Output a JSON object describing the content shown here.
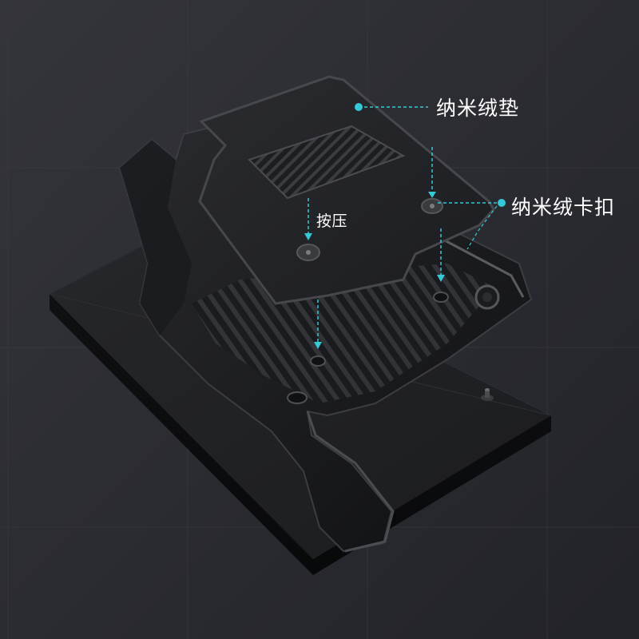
{
  "annotations": {
    "nano_velvet_pad": "纳米绒垫",
    "nano_velvet_clip": "纳米绒卡扣",
    "press": "按压"
  },
  "colors": {
    "accent": "#35c8d6",
    "background": "#2a2b31",
    "mat_dark": "#16171a",
    "carpet": "#232427",
    "base_plate": "#1f2023"
  },
  "icons": [
    "callout-dot-icon",
    "press-arrow-icon",
    "snap-button-icon"
  ]
}
